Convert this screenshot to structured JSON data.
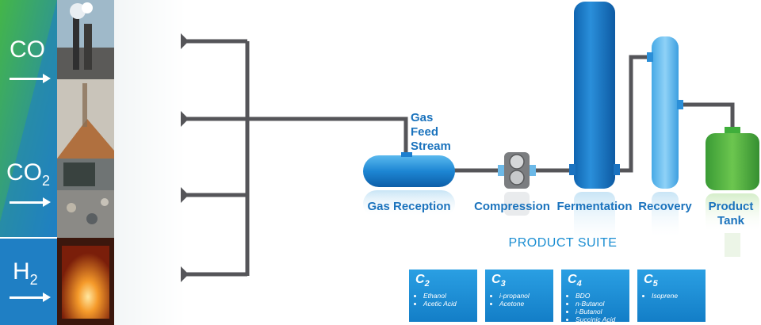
{
  "gases": [
    {
      "main": "CO",
      "sub": ""
    },
    {
      "main": "CO",
      "sub": "2"
    },
    {
      "main": "H",
      "sub": "2"
    }
  ],
  "feed_sources": [
    {
      "icon": "steel-mill-icon"
    },
    {
      "icon": "biomass-pile-icon"
    },
    {
      "icon": "landfill-waste-icon"
    },
    {
      "icon": "furnace-icon"
    }
  ],
  "labels": {
    "gas_feed_stream": [
      "Gas",
      "Feed",
      "Stream"
    ],
    "gas_reception": "Gas Reception",
    "compression": "Compression",
    "fermentation": "Fermentation",
    "recovery": "Recovery",
    "product_tank": [
      "Product",
      "Tank"
    ]
  },
  "product_suite": {
    "title": "PRODUCT SUITE",
    "cards": [
      {
        "carbon": "C",
        "sub": "2",
        "items": [
          "Ethanol",
          "Acetic Acid"
        ]
      },
      {
        "carbon": "C",
        "sub": "3",
        "items": [
          "i-propanol",
          "Acetone"
        ]
      },
      {
        "carbon": "C",
        "sub": "4",
        "items": [
          "BDO",
          "n-Butanol",
          "i-Butanol",
          "Succinic Acid"
        ]
      },
      {
        "carbon": "C",
        "sub": "5",
        "items": [
          "Isoprene"
        ]
      }
    ]
  },
  "colors": {
    "pipe": "#555559",
    "vessel_blue": "#1d7fcf",
    "light_blue": "#4fb3ec",
    "green": "#3fae3b",
    "label_blue": "#1b73bd"
  }
}
